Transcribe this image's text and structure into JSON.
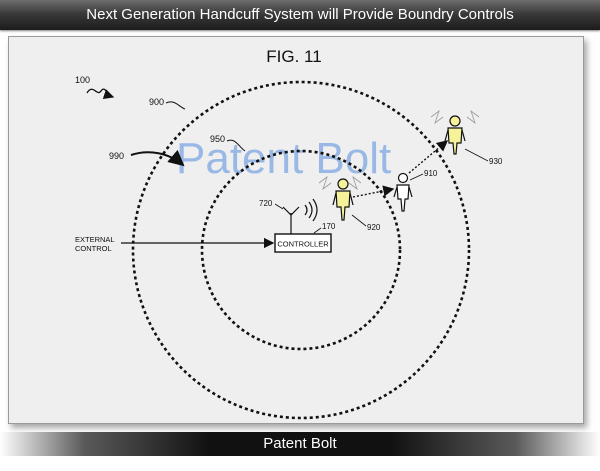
{
  "header": {
    "title": "Next Generation Handcuff System will Provide Boundry Controls"
  },
  "figure": {
    "fig_label": "FIG. 11",
    "watermark": "Patent Bolt",
    "labels": {
      "ref_100": "100",
      "ref_900": "900",
      "ref_950": "950",
      "ref_990": "990",
      "ref_720": "720",
      "ref_170": "170",
      "ref_920": "920",
      "ref_910": "910",
      "ref_930": "930",
      "external_line1": "External",
      "external_line2": "Control",
      "controller": "Controller"
    }
  },
  "footer": {
    "brand": "Patent Bolt"
  }
}
